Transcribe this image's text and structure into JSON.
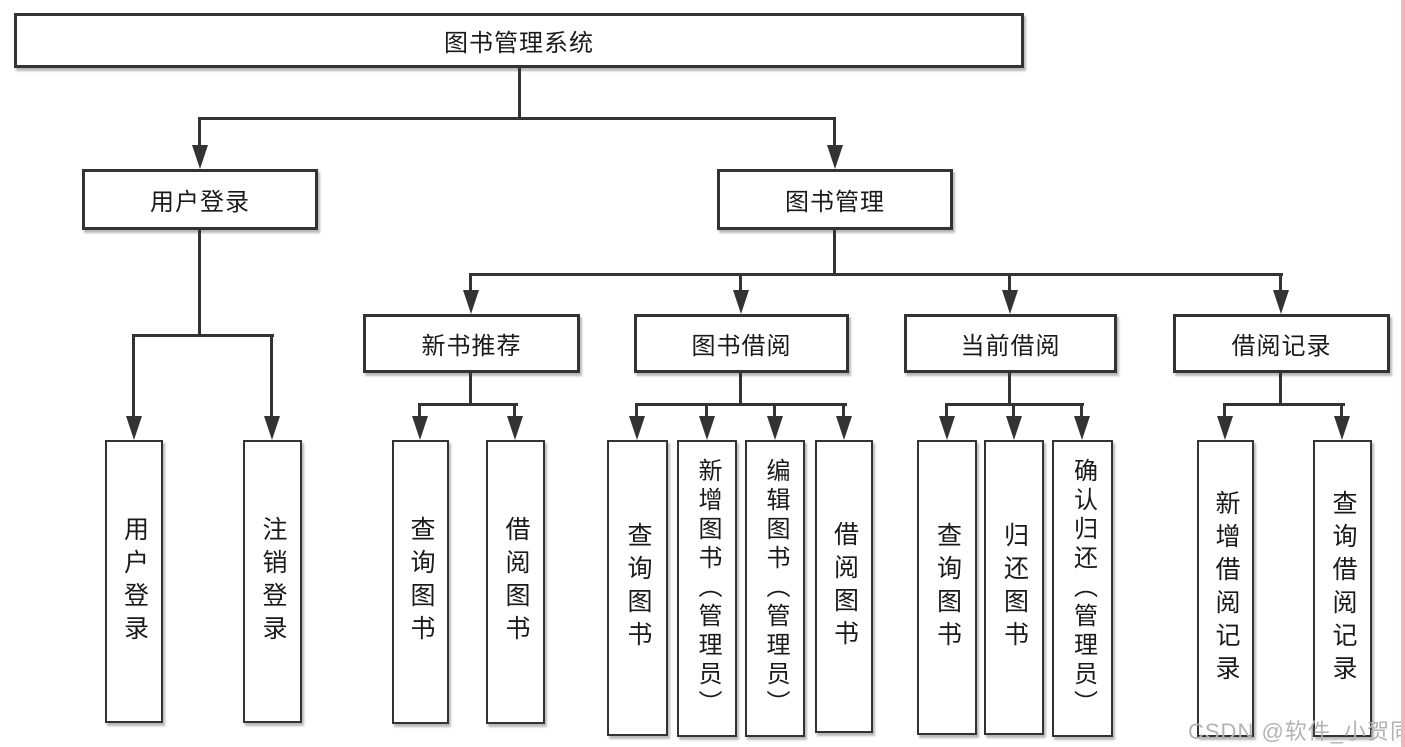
{
  "tree": {
    "root": {
      "label": "图书管理系统"
    },
    "branches": [
      {
        "label": "用户登录",
        "children": [
          {
            "label": "用户登录"
          },
          {
            "label": "注销登录"
          }
        ]
      },
      {
        "label": "图书管理",
        "children": [
          {
            "label": "新书推荐",
            "children": [
              {
                "label": "查询图书"
              },
              {
                "label": "借阅图书"
              }
            ]
          },
          {
            "label": "图书借阅",
            "children": [
              {
                "label": "查询图书"
              },
              {
                "label": "新增图书（管理员）"
              },
              {
                "label": "编辑图书（管理员）"
              },
              {
                "label": "借阅图书"
              }
            ]
          },
          {
            "label": "当前借阅",
            "children": [
              {
                "label": "查询图书"
              },
              {
                "label": "归还图书"
              },
              {
                "label": "确认归还（管理员）"
              }
            ]
          },
          {
            "label": "借阅记录",
            "children": [
              {
                "label": "新增借阅记录"
              },
              {
                "label": "查询借阅记录"
              }
            ]
          }
        ]
      }
    ]
  },
  "watermark": {
    "text": "CSDN @软件_小贺同学"
  },
  "colors": {
    "line": "#333333",
    "box_border": "#333333",
    "text": "#1a1a1a",
    "watermark": "#b3b3b3",
    "right_edge": "#f0b6ba",
    "background": "#ffffff"
  }
}
